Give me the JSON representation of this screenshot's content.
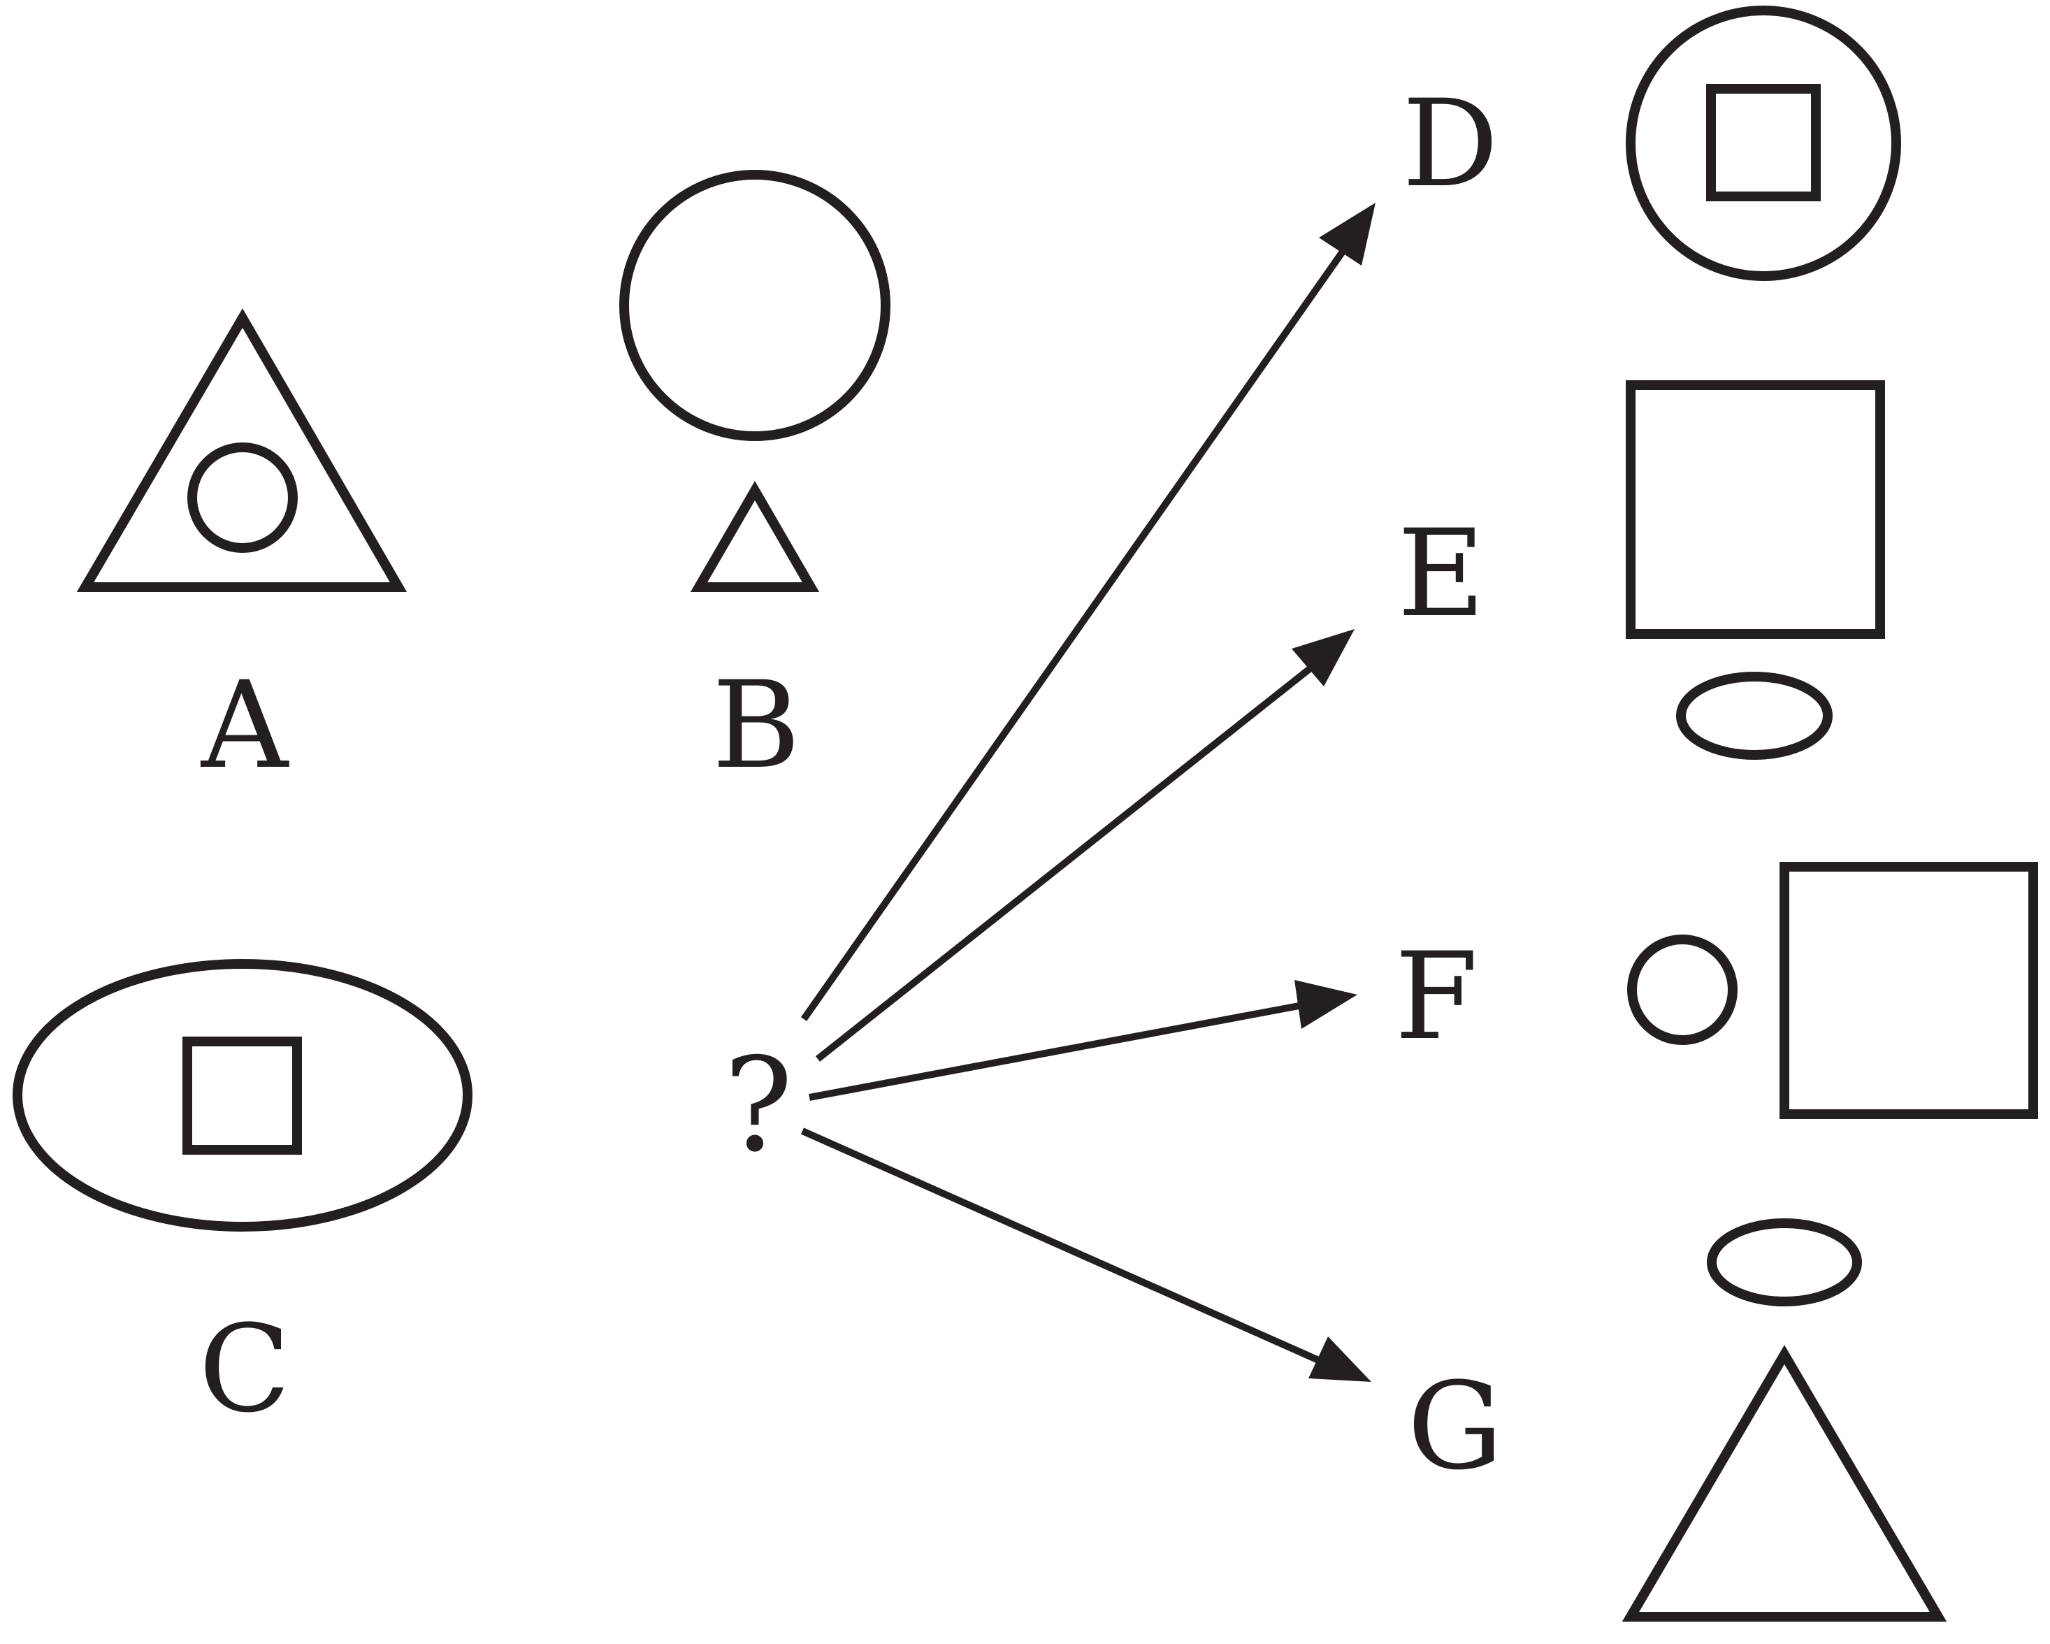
{
  "labels": {
    "a": "A",
    "b": "B",
    "c": "C",
    "d": "D",
    "e": "E",
    "f": "F",
    "g": "G",
    "unknown": "?"
  },
  "colors": {
    "ink": "#231f20",
    "background": "#ffffff"
  }
}
